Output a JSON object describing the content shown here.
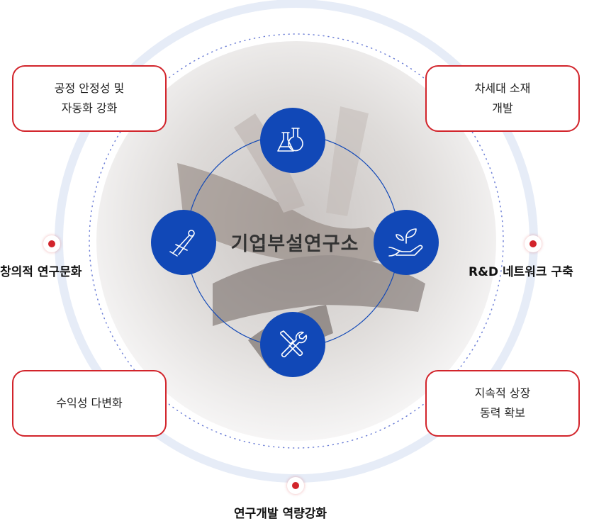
{
  "center": {
    "title": "기업부설연구소"
  },
  "boxes": {
    "top_left": {
      "line1": "공정 안정성 및",
      "line2": "자동화 강화"
    },
    "top_right": {
      "line1": "차세대 소재",
      "line2": "개발"
    },
    "bottom_left": {
      "line1": "수익성 다변화"
    },
    "bottom_right": {
      "line1": "지속적 상장",
      "line2": "동력 확보"
    }
  },
  "labels": {
    "left": "창의적 연구문화",
    "right": "R&D 네트워크 구축",
    "bottom": "연구개발 역량강화"
  },
  "icons": {
    "top": "flask-icon",
    "left": "compass-icon",
    "right": "plant-hand-icon",
    "bottom": "tools-icon"
  },
  "colors": {
    "accent_red": "#d2242b",
    "node_blue": "#1148b7",
    "ring_blue": "#e6ecf7"
  }
}
